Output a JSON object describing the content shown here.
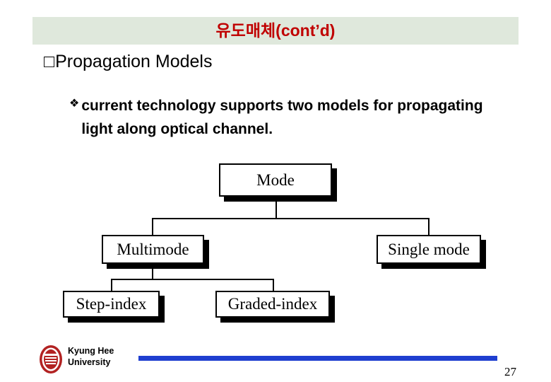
{
  "slide": {
    "title": "유도매체(cont’d)",
    "title_color": "#c00000",
    "title_band_color": "#dfe8dc",
    "bullet1": {
      "marker": "□",
      "text": "Propagation Models"
    },
    "bullet2": {
      "marker": "❖",
      "text": "current technology supports two models for propagating light along optical channel."
    },
    "diagram": {
      "nodes": [
        {
          "id": "mode",
          "label": "Mode"
        },
        {
          "id": "multimode",
          "label": "Multimode"
        },
        {
          "id": "single-mode",
          "label": "Single mode"
        },
        {
          "id": "step-index",
          "label": "Step-index"
        },
        {
          "id": "graded-index",
          "label": "Graded-index"
        }
      ]
    },
    "footer": {
      "university_line1": "Kyung Hee",
      "university_line2": "University",
      "rule_color": "#1f3fd0",
      "page_number": "27"
    }
  }
}
